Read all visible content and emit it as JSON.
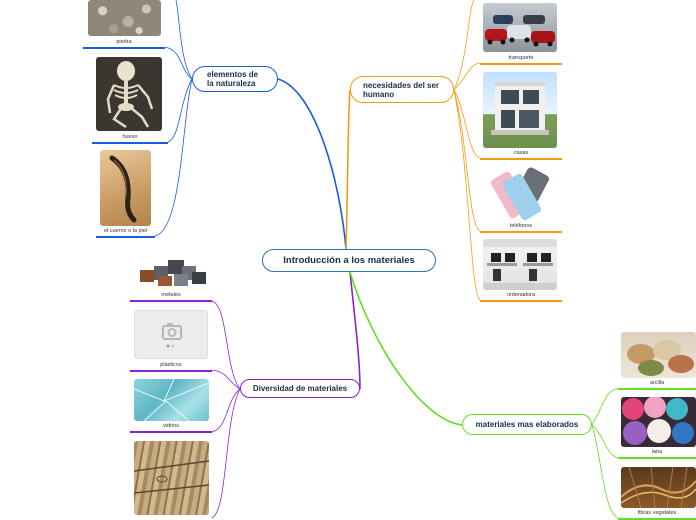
{
  "central": {
    "title": "Introducción a los materiales"
  },
  "colors": {
    "blue": "#1a5be0",
    "orange": "#f39c12",
    "purple": "#8a22d6",
    "green": "#66dd22"
  },
  "branches": {
    "naturaleza": {
      "label": "elementos de la naturaleza",
      "items": [
        {
          "label": "piedra",
          "icon": "stones-photo"
        },
        {
          "label": "hueso",
          "icon": "skeleton-photo"
        },
        {
          "label": "el cuerno o la piel",
          "icon": "horn-photo"
        }
      ]
    },
    "necesidades": {
      "label": "necesidades del ser humano",
      "items": [
        {
          "label": "transporte",
          "icon": "cars-photo"
        },
        {
          "label": "casas",
          "icon": "house-photo"
        },
        {
          "label": "teléfonos",
          "icon": "phones-photo"
        },
        {
          "label": "ordenadora",
          "icon": "office-photo"
        }
      ]
    },
    "diversidad": {
      "label": "Diversidad de materiales",
      "items": [
        {
          "label": "metales",
          "icon": "metal-bars-photo"
        },
        {
          "label": "plásticos",
          "icon": "image-placeholder-icon"
        },
        {
          "label": "vidrios",
          "icon": "glass-photo"
        },
        {
          "label": "",
          "icon": "wood-photo"
        }
      ]
    },
    "elaborados": {
      "label": "materiales mas elaborados",
      "items": [
        {
          "label": "arcilla",
          "icon": "clay-powder-photo"
        },
        {
          "label": "lana",
          "icon": "wool-photo"
        },
        {
          "label": "fibras vegetales",
          "icon": "plant-fibers-photo"
        }
      ]
    }
  }
}
